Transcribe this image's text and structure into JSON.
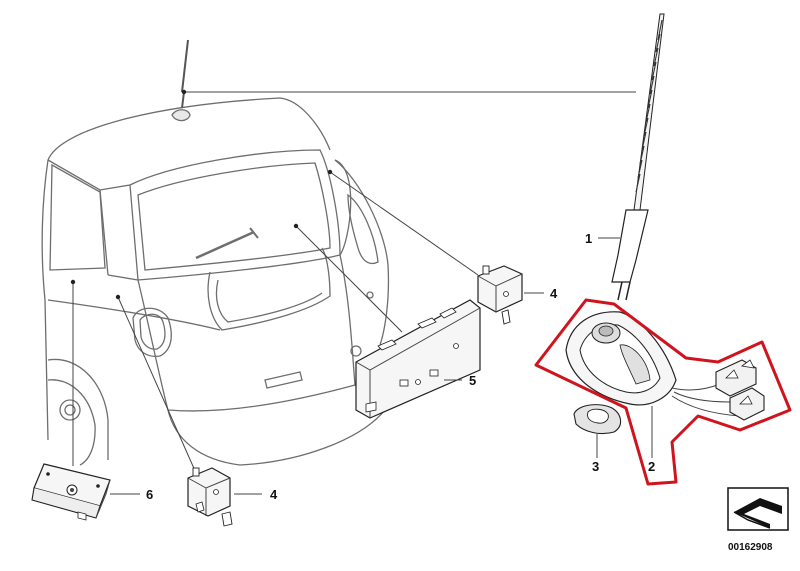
{
  "diagram": {
    "id_number": "00162908",
    "callouts": [
      {
        "key": "antenna-rod",
        "label": "1"
      },
      {
        "key": "roof-antenna-base",
        "label": "2"
      },
      {
        "key": "gasket",
        "label": "3"
      },
      {
        "key": "antenna-amplifier-upper",
        "label": "4"
      },
      {
        "key": "antenna-amplifier-lower",
        "label": "4"
      },
      {
        "key": "antenna-module",
        "label": "5"
      },
      {
        "key": "control-unit",
        "label": "6"
      }
    ],
    "highlight_color": "#d0141e",
    "line_color": "#444444"
  }
}
